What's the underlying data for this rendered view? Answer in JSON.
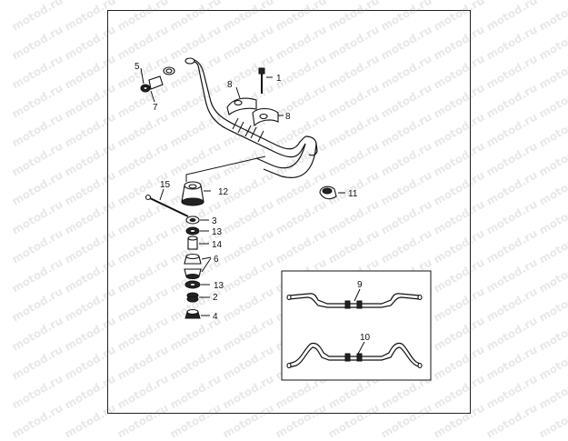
{
  "watermark": "motod.ru",
  "callouts": {
    "c1": "1",
    "c2": "2",
    "c3": "3",
    "c4": "4",
    "c5": "5",
    "c6": "6",
    "c7": "7",
    "c8a": "8",
    "c8b": "8",
    "c9": "9",
    "c10": "10",
    "c11": "11",
    "c12": "12",
    "c13a": "13",
    "c13b": "13",
    "c14": "14",
    "c15": "15"
  }
}
